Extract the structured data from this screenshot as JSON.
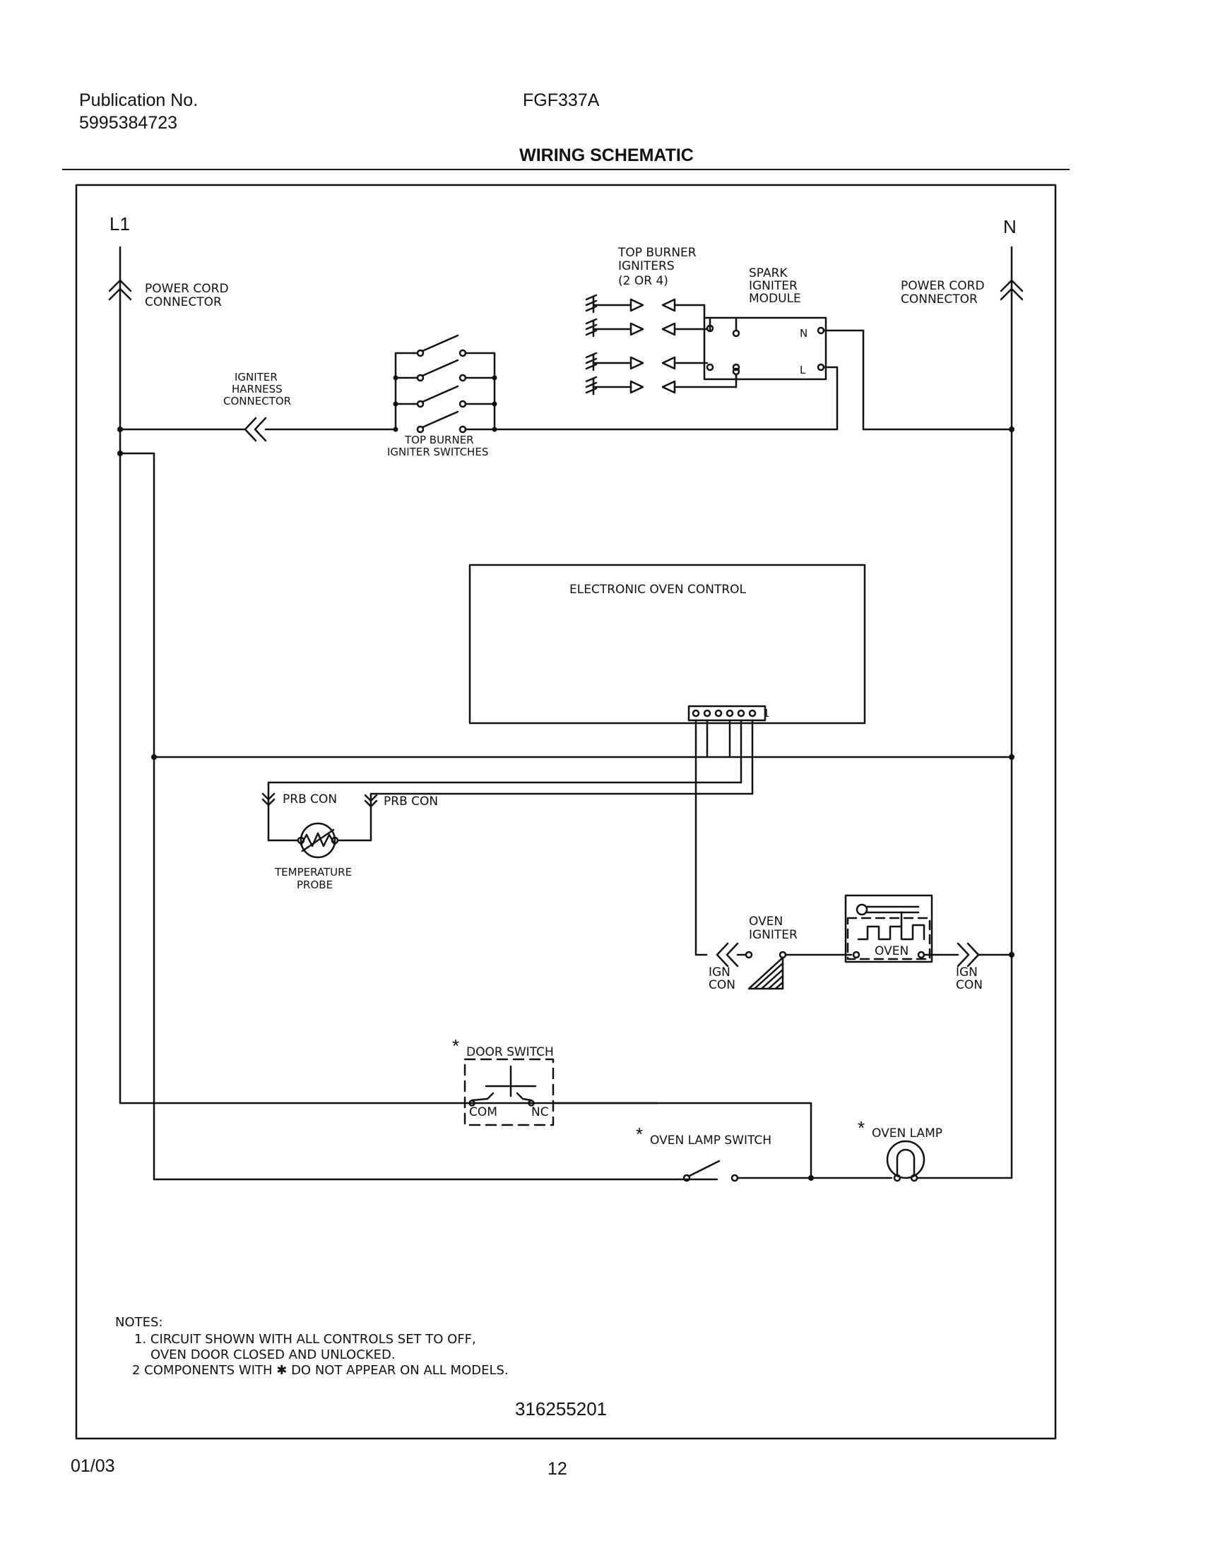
{
  "header": {
    "publication_label": "Publication No.",
    "publication_number": "5995384723",
    "model": "FGF337A",
    "title": "WIRING SCHEMATIC"
  },
  "diagram": {
    "l1": "L1",
    "n": "N",
    "power_cord_left": [
      "POWER CORD",
      "CONNECTOR"
    ],
    "power_cord_right": [
      "POWER CORD",
      "CONNECTOR"
    ],
    "top_burner_igniters": [
      "TOP BURNER",
      "IGNITERS",
      "(2 OR 4)"
    ],
    "spark_module": [
      "SPARK",
      "IGNITER",
      "MODULE"
    ],
    "module_n": "N",
    "module_l": "L",
    "igniter_harness": [
      "IGNITER",
      "HARNESS",
      "CONNECTOR"
    ],
    "top_burner_switches": [
      "TOP BURNER",
      "IGNITER SWITCHES"
    ],
    "electronic_control": "ELECTRONIC OVEN CONTROL",
    "pin_one": "1",
    "prb_con_left": "PRB CON",
    "prb_con_right": "PRB CON",
    "temperature_probe": [
      "TEMPERATURE",
      "PROBE"
    ],
    "oven_igniter": [
      "OVEN",
      "IGNITER"
    ],
    "oven_valve": "OVEN",
    "ign_con_left": [
      "IGN",
      "CON"
    ],
    "ign_con_right": [
      "IGN",
      "CON"
    ],
    "door_switch": "DOOR SWITCH",
    "com": "COM",
    "nc": "NC",
    "oven_lamp_switch": "OVEN LAMP SWITCH",
    "oven_lamp": "OVEN LAMP",
    "asterisk": "*",
    "notes": [
      "NOTES:",
      "1. CIRCUIT SHOWN WITH ALL CONTROLS SET TO OFF,",
      "OVEN DOOR CLOSED AND UNLOCKED.",
      "2 COMPONENTS WITH ✱ DO NOT APPEAR ON ALL MODELS."
    ],
    "drawing_number": "316255201"
  },
  "footer": {
    "date": "01/03",
    "page": "12"
  }
}
